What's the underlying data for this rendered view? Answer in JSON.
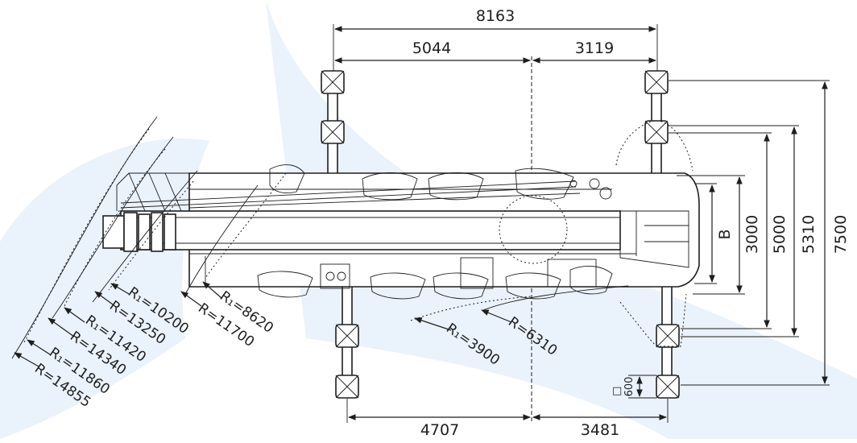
{
  "colors": {
    "background": "#ffffff",
    "swoosh": "#eaf2fb",
    "line": "#1e1e1e"
  },
  "dimensions": {
    "outrigger_total_length": "8163",
    "outrigger_front_length": "5044",
    "outrigger_rear_length": "3119",
    "bottom_front_length": "4707",
    "bottom_rear_length": "3481",
    "width_b": "B",
    "width_3000": "3000",
    "width_5000": "5000",
    "width_5310": "5310",
    "width_7500": "7500",
    "pad_size": "600",
    "pad_symbol": "□"
  },
  "radii": [
    {
      "label": "R=14855"
    },
    {
      "label": "R₁=11860"
    },
    {
      "label": "R=14340"
    },
    {
      "label": "R₁=11420"
    },
    {
      "label": "R=13250"
    },
    {
      "label": "R₁=10200"
    },
    {
      "label": "R=11700"
    },
    {
      "label": "R₁=8620"
    },
    {
      "label": "R₁=3900"
    },
    {
      "label": "R=6310"
    }
  ]
}
